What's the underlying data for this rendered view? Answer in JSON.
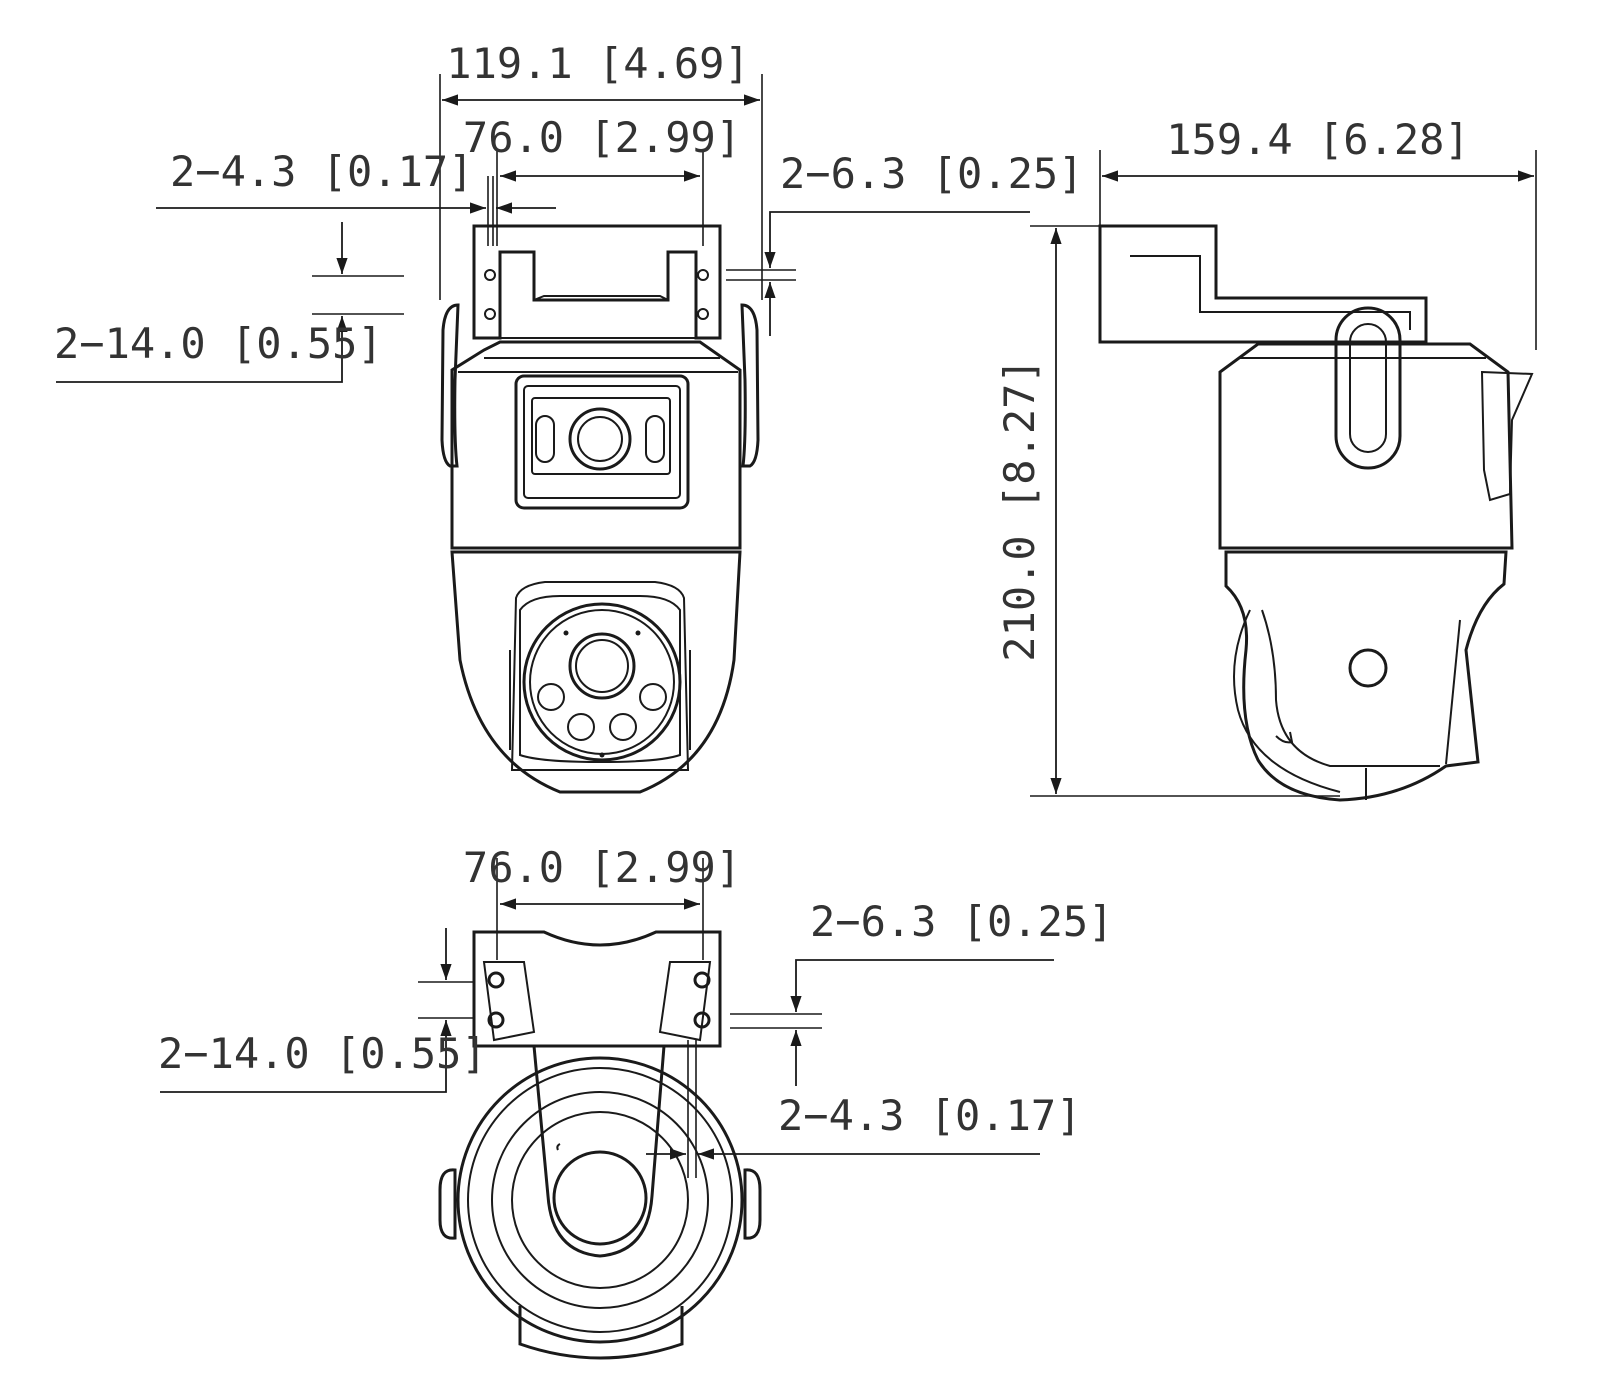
{
  "views": {
    "front": {
      "width_total": "119.1 [4.69]",
      "hole_spacing": "76.0 [2.99]",
      "hole_small": "2−4.3 [0.17]",
      "hole_large": "2−6.3 [0.25]",
      "slot_height": "2−14.0 [0.55]"
    },
    "side": {
      "depth": "159.4 [6.28]",
      "height": "210.0 [8.27]"
    },
    "top": {
      "hole_spacing": "76.0 [2.99]",
      "hole_large": "2−6.3 [0.25]",
      "slot_height": "2−14.0 [0.55]",
      "hole_small": "2−4.3 [0.17]"
    }
  },
  "colors": {
    "line": "#1a1a1a",
    "text": "#333333",
    "background": "#ffffff"
  }
}
